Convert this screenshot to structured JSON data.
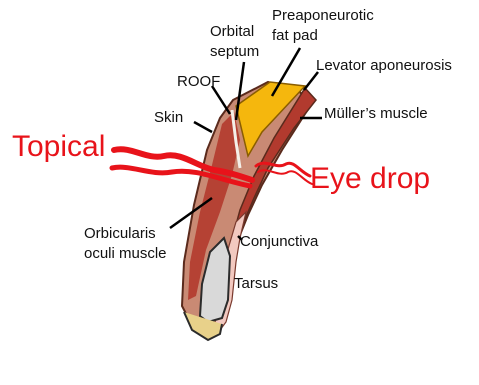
{
  "figure": {
    "labels": {
      "preaponeurotic_line1": "Preaponeurotic",
      "preaponeurotic_line2": "fat pad",
      "orbital_line1": "Orbital",
      "orbital_line2": "septum",
      "roof": "ROOF",
      "levator": "Levator aponeurosis",
      "skin": "Skin",
      "muller": "Müller’s muscle",
      "topical": "Topical",
      "eye_drop": "Eye drop",
      "orbicularis_line1": "Orbicularis",
      "orbicularis_line2": "oculi muscle",
      "conjunctiva": "Conjunctiva",
      "tarsus": "Tarsus"
    },
    "colors": {
      "route_red": "#e8131a",
      "skin": "#c98a74",
      "muscle": "#b23a2e",
      "fat_pad": "#f5b70d",
      "tarsus": "#d9d9d9",
      "conjunctiva": "#f2c9c0",
      "label_text": "#111111",
      "leader_line": "#000000"
    }
  }
}
